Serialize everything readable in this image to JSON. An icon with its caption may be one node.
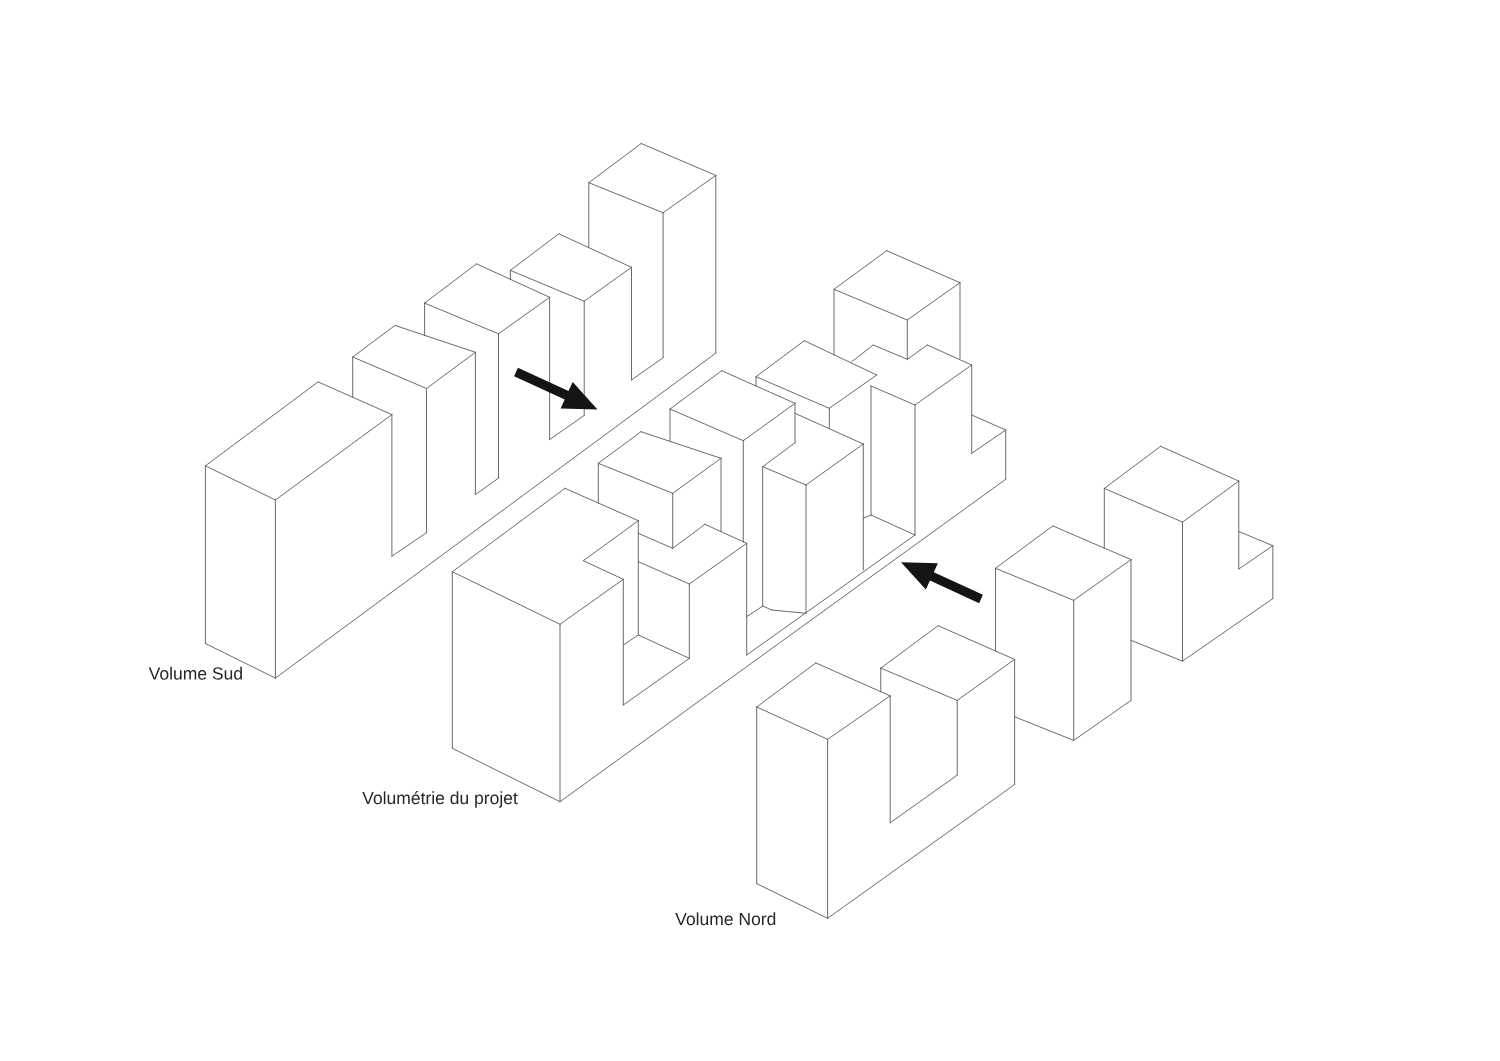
{
  "diagram": {
    "labels": [
      "Volume Sud",
      "Volumétrie du projet",
      "Volume Nord"
    ]
  }
}
